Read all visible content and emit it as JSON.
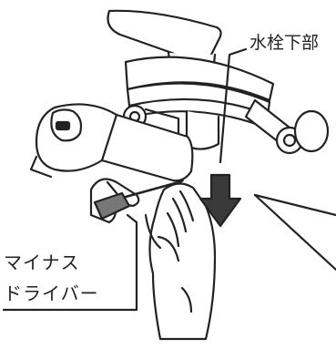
{
  "labels": {
    "faucet_bottom": "水栓下部",
    "tool_line1": "マイナス",
    "tool_line2": "ドライバー"
  },
  "colors": {
    "ink": "#222222",
    "arrow": "#3a3a3a",
    "blade": "#777777",
    "background": "#ffffff"
  },
  "icons": [
    "faucet-illustration",
    "down-arrow-icon",
    "screwdriver-icon",
    "hand-icon"
  ]
}
